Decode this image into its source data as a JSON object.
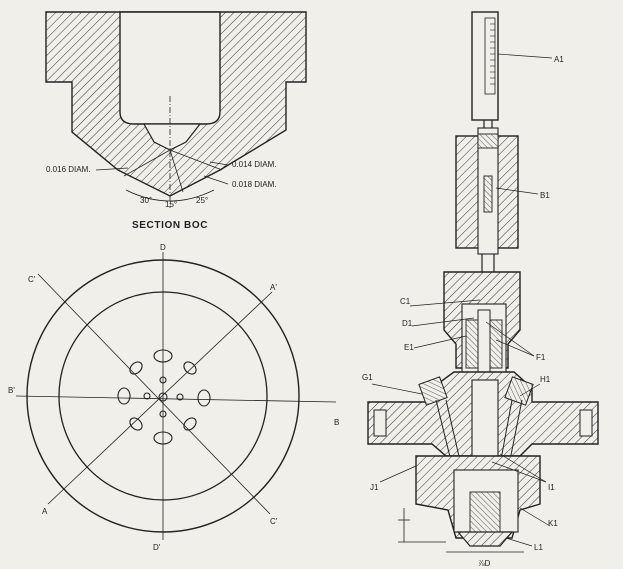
{
  "section": {
    "caption": "SECTION BOC",
    "diam_left": "0.016 DIAM.",
    "diam_right_top": "0.014 DIAM.",
    "diam_right_bottom": "0.018 DIAM.",
    "angle_left": "30°",
    "angle_mid": "15°",
    "angle_right": "25°"
  },
  "plan": {
    "top": "D",
    "bottom": "D'",
    "upper_left": "C'",
    "lower_right": "C'",
    "upper_right": "A'",
    "lower_left": "A",
    "left": "B'",
    "right": "B"
  },
  "assembly": {
    "labels": [
      "A1",
      "B1",
      "C1",
      "D1",
      "E1",
      "F1",
      "G1",
      "H1",
      "I1",
      "J1",
      "K1",
      "L1"
    ],
    "bottom_dim": "⅞D"
  }
}
